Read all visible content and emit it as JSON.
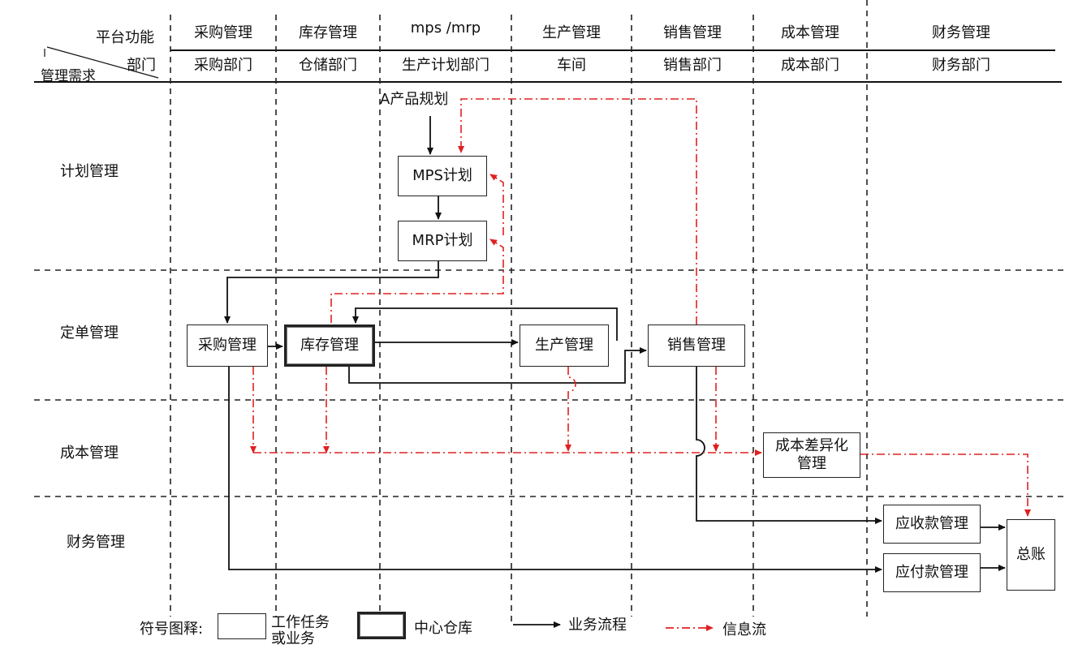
{
  "header": {
    "platform_label": "平台功能",
    "dept_label": "部门",
    "needs_label": "管理需求",
    "columns": [
      {
        "func": "采购管理",
        "dept": "采购部门"
      },
      {
        "func": "库存管理",
        "dept": "仓储部门"
      },
      {
        "func": "mps /mrp",
        "dept": "生产计划部门"
      },
      {
        "func": "生产管理",
        "dept": "车间"
      },
      {
        "func": "销售管理",
        "dept": "销售部门"
      },
      {
        "func": "成本管理",
        "dept": "成本部门"
      },
      {
        "func": "财务管理",
        "dept": "财务部门"
      }
    ]
  },
  "rows": [
    "计划管理",
    "定单管理",
    "成本管理",
    "财务管理"
  ],
  "nodes": {
    "product_plan": "A产品规划",
    "mps": "MPS计划",
    "mrp": "MRP计划",
    "purchase": "采购管理",
    "inventory": "库存管理",
    "production": "生产管理",
    "sales": "销售管理",
    "cost_diff": "成本差异化管理",
    "receivable": "应收款管理",
    "payable": "应付款管理",
    "ledger": "总账"
  },
  "legend": {
    "title": "符号图释:",
    "task": "工作任务或业务",
    "warehouse": "中心仓库",
    "business_flow": "业务流程",
    "info_flow": "信息流"
  },
  "colors": {
    "business_flow": "#111111",
    "info_flow": "#e02020"
  }
}
